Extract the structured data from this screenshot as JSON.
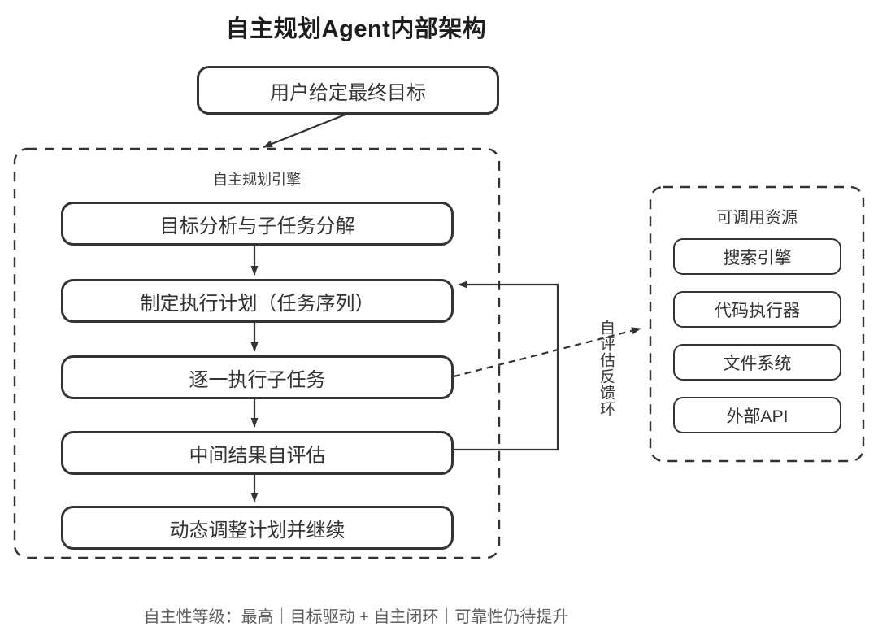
{
  "title": "自主规划Agent内部架构",
  "top_box": {
    "label": "用户给定最终目标"
  },
  "engine": {
    "label": "自主规划引擎",
    "steps": [
      "目标分析与子任务分解",
      "制定执行计划（任务序列）",
      "逐一执行子任务",
      "中间结果自评估",
      "动态调整计划并继续"
    ]
  },
  "resources": {
    "label": "可调用资源",
    "items": [
      "搜索引擎",
      "代码执行器",
      "文件系统",
      "外部API"
    ]
  },
  "feedback_loop": {
    "label": "自评估反馈环"
  },
  "caption": "自主性等级：最高｜目标驱动 + 自主闭环｜可靠性仍待提升",
  "colors": {
    "line": "#333333",
    "box_border": "#333333",
    "box_text": "#333333",
    "title_text": "#1d1d1d",
    "caption_text": "#5f5f5f",
    "background": "#ffffff"
  }
}
